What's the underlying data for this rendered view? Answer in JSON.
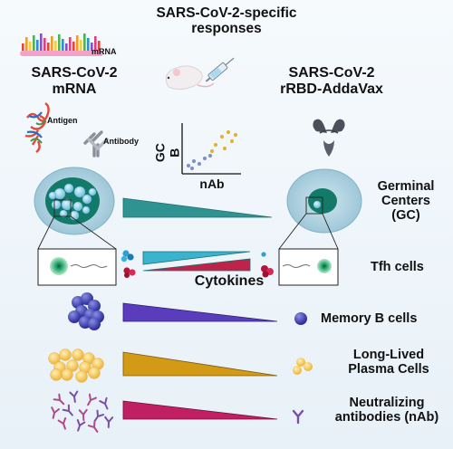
{
  "title": {
    "line1": "SARS-CoV-2-specific",
    "line2": "responses"
  },
  "left_vaccine": {
    "line1": "SARS-CoV-2",
    "line2": "mRNA"
  },
  "right_vaccine": {
    "line1": "SARS-CoV-2",
    "line2": "rRBD-AddaVax"
  },
  "small_labels": {
    "mrna": "mRNA",
    "antigen": "Antigen",
    "antibody": "Antibody"
  },
  "plot": {
    "ylabel": "GC B",
    "xlabel": "nAb"
  },
  "rows": [
    {
      "key": "gc",
      "label_lines": [
        "Germinal",
        "Centers",
        "(GC)"
      ],
      "color": "#2f9391"
    },
    {
      "key": "tfh",
      "label_lines": [
        "Tfh cells"
      ],
      "color": "#3bb3cf"
    },
    {
      "key": "cytokines",
      "label_lines": [
        "Cytokines"
      ],
      "color": "#c0234a"
    },
    {
      "key": "memory_b",
      "label_lines": [
        "Memory B cells"
      ],
      "color": "#5a3dbd"
    },
    {
      "key": "llpc",
      "label_lines": [
        "Long-Lived",
        "Plasma Cells"
      ],
      "color": "#d39a16"
    },
    {
      "key": "nab",
      "label_lines": [
        "Neutralizing",
        "antibodies (nAb)"
      ],
      "color": "#c11f63"
    }
  ],
  "colors": {
    "teal": "#2f9391",
    "tfh_blue": "#3bb3cf",
    "cytokine_red": "#c0234a",
    "memory_purple": "#5a3dbd",
    "plasma_gold": "#d39a16",
    "nab_magenta": "#c11f63",
    "gc_green": "#137a6a",
    "scatter_blue": "#7f92c8",
    "scatter_gold": "#e3b230"
  },
  "icons": [
    "mrna-strand-icon",
    "antigen-protein-icon",
    "antibody-icon",
    "mouse-icon",
    "syringe-icon",
    "adjuvant-protein-icon",
    "germinal-center-icon",
    "tfh-cell-icon",
    "memory-b-cell-icon",
    "plasma-cell-icon",
    "nab-antibody-icon"
  ]
}
